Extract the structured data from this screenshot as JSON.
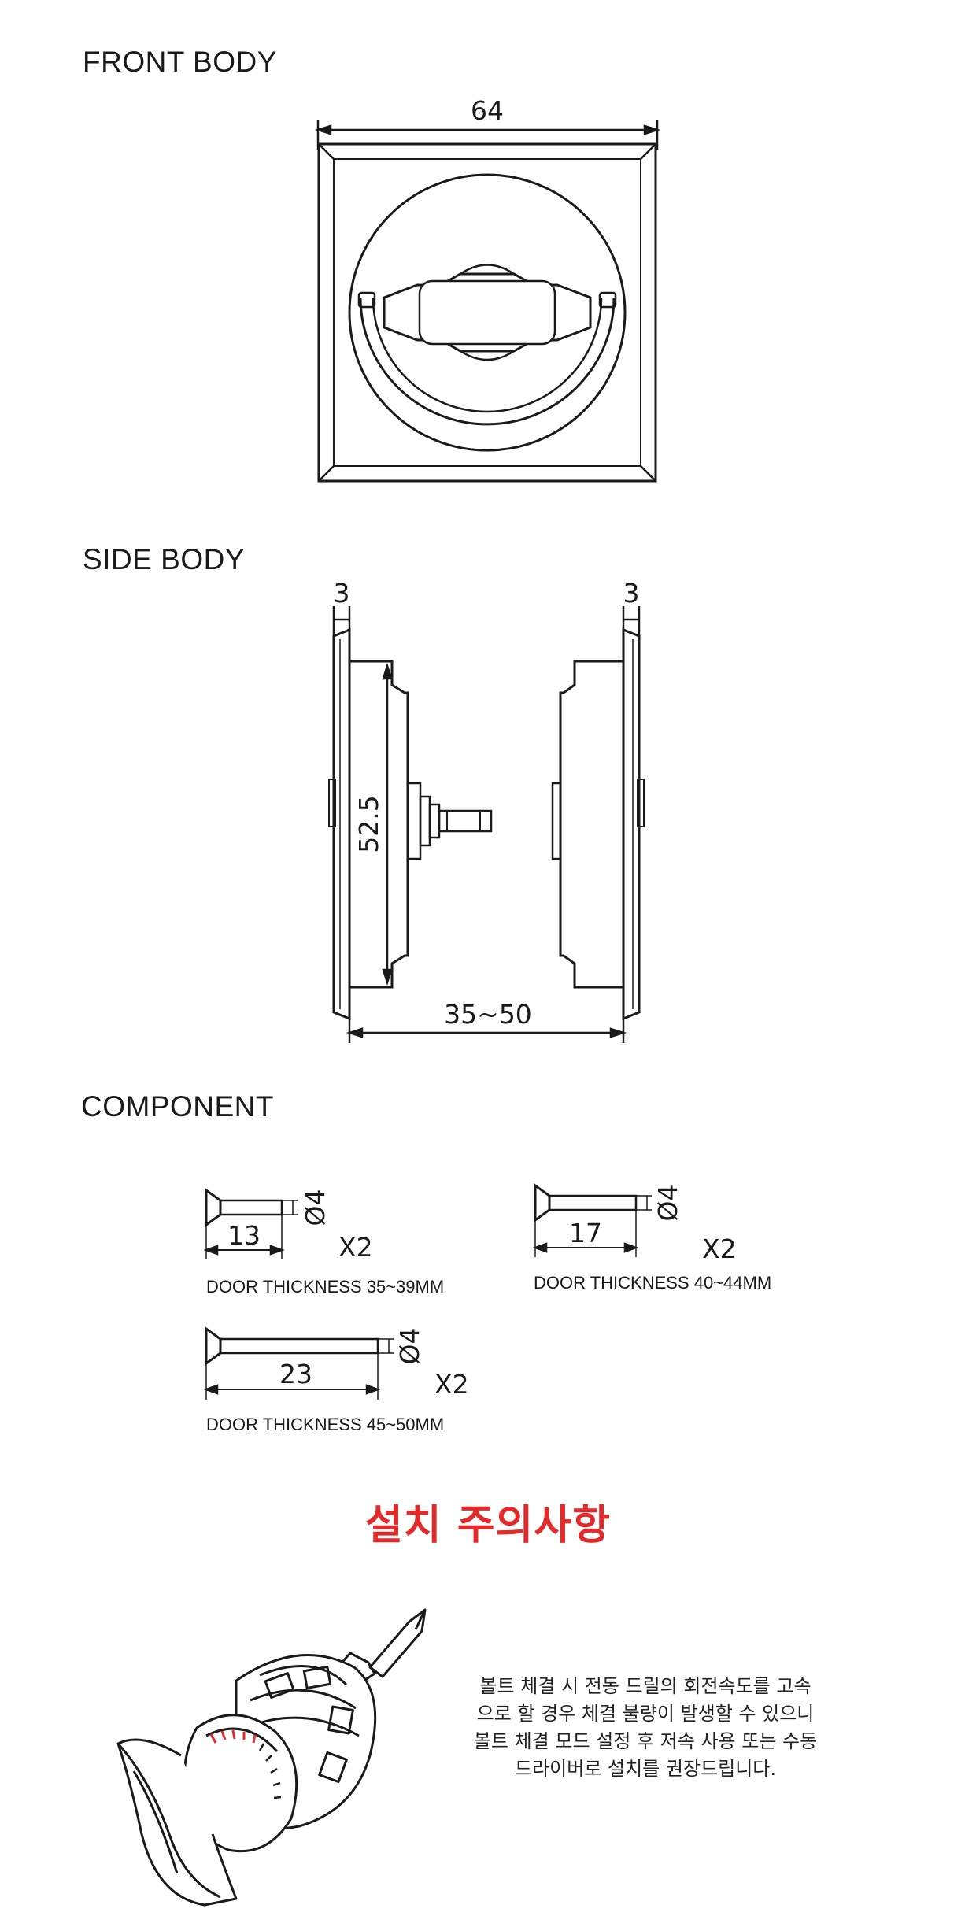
{
  "sections": {
    "front_title": "FRONT BODY",
    "side_title": "SIDE BODY",
    "component_title": "COMPONENT"
  },
  "front": {
    "width_dim": "64"
  },
  "side": {
    "left_thickness": "3",
    "right_thickness": "3",
    "height_dim": "52.5",
    "door_range": "35~50"
  },
  "components": [
    {
      "length": "13",
      "diameter": "Ø4",
      "qty": "X2",
      "caption": "DOOR THICKNESS 35~39MM"
    },
    {
      "length": "17",
      "diameter": "Ø4",
      "qty": "X2",
      "caption": "DOOR THICKNESS 40~44MM"
    },
    {
      "length": "23",
      "diameter": "Ø4",
      "qty": "X2",
      "caption": "DOOR THICKNESS 45~50MM"
    }
  ],
  "caution": {
    "title": "설치 주의사항",
    "lines": [
      "볼트 체결 시 전동 드릴의 회전속도를 고속",
      "으로 할 경우 체결 불량이 발생할 수 있으니",
      "볼트 체결 모드 설정 후 저속 사용 또는 수동",
      "드라이버로 설치를 권장드립니다."
    ]
  },
  "colors": {
    "accent": "#e32a2a",
    "line": "#1a1a1a"
  },
  "icons": {
    "drill": "power-drill-icon"
  }
}
